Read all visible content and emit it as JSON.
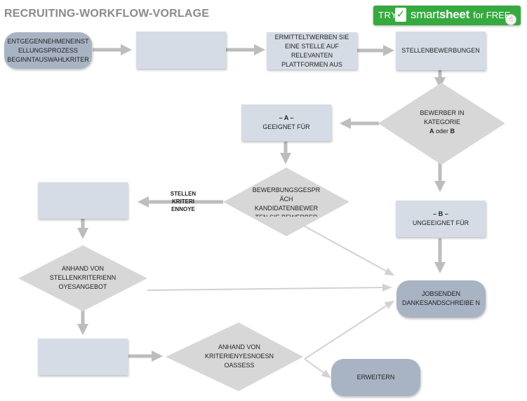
{
  "title": "RECRUITING-WORKFLOW-VORLAGE",
  "cta": {
    "try": "TRY",
    "brand_smart": "smart",
    "brand_sheet": "sheet",
    "free": "for FREE"
  },
  "nodes": {
    "start": "ENTGEGENNEHMENEINST ELLUNGSPROZESS BEGINNTAUSWAHLKRITER",
    "box2": "",
    "advertise": "ERMITTELTWERBEN SIE EINE STELLE AUF RELEVANTEN PLATTFORMEN AUS",
    "applications": "STELLENBEWERBUNGEN",
    "decision1_line1": "BEWERBER IN",
    "decision1_line2": "KATEGORIE",
    "decision1_a": "A",
    "decision1_oder": " oder ",
    "decision1_b": "B",
    "suitable_title": "– A –",
    "suitable_text": "GEEIGNET FÜR",
    "interview": "BEWERBUNGSGESPR ÄCH KANDIDATENBEWER TEN SIE BEWERBER",
    "side_label": "STELLEN KRITERI ENNOYE",
    "unsuitable_title": "– B –",
    "unsuitable_text": "UNGEEIGNET FÜR",
    "box_left1": "",
    "decision3": "ANHAND VON STELLENKRITERIENN OYESANGEBOT",
    "rejection": "JOBSENDEN DANKESANDSCHREIBE N",
    "box_left2": "",
    "decision4": "ANHAND VON KRITERIENYESNOESN OASSESS",
    "extend": "ERWEITERN"
  }
}
